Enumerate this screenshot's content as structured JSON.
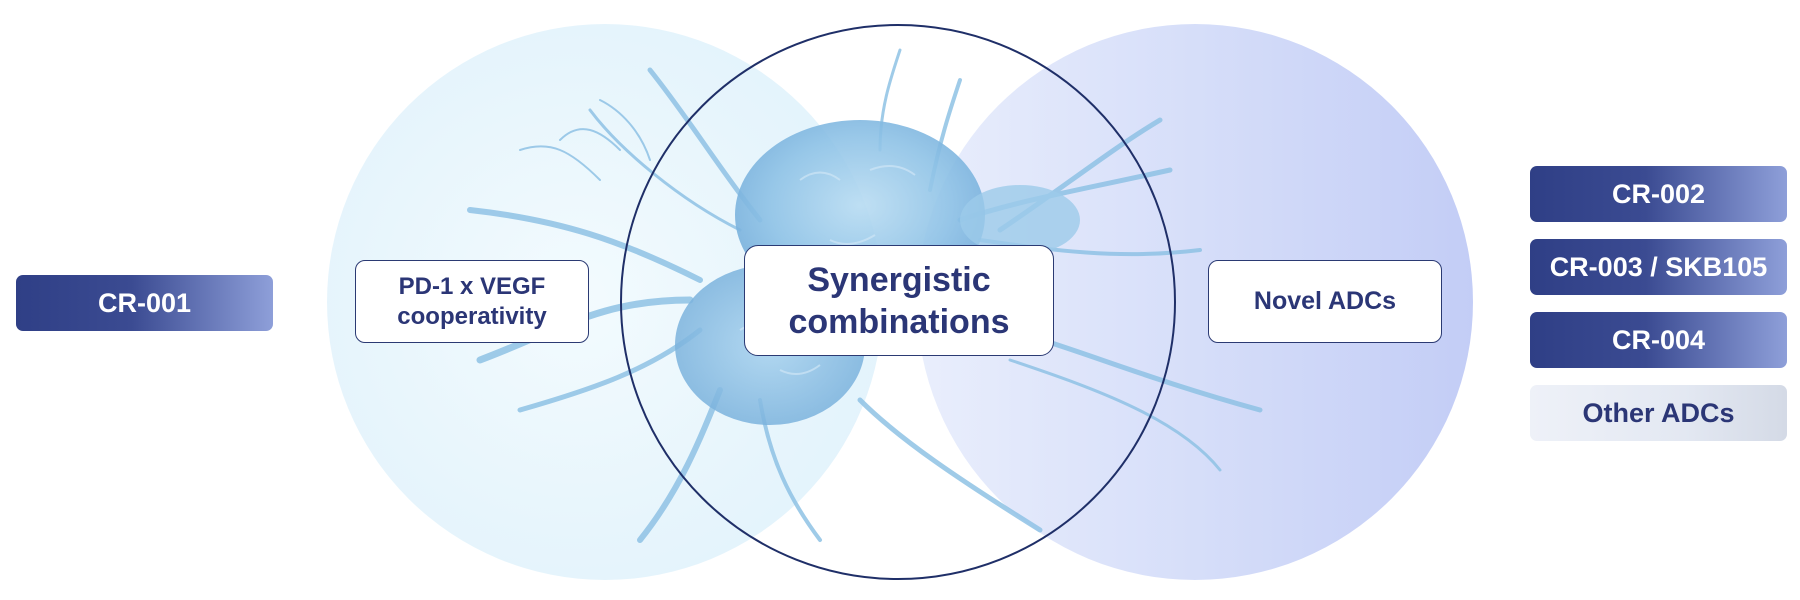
{
  "diagram": {
    "left_label": "PD-1 x VEGF\ncooperativity",
    "center_label": "Synergistic\ncombinations",
    "right_label": "Novel ADCs"
  },
  "left_pills": [
    "CR-001"
  ],
  "right_pills": [
    "CR-002",
    "CR-003 / SKB105",
    "CR-004",
    "Other ADCs"
  ],
  "colors": {
    "navy": "#2f3f86",
    "text_navy": "#2b3676",
    "circle_left": "#e7f5fc",
    "circle_right": "#c3cdf6",
    "cell": "#8fc3e6"
  },
  "icons": {
    "background_art": "cell-illustration"
  }
}
